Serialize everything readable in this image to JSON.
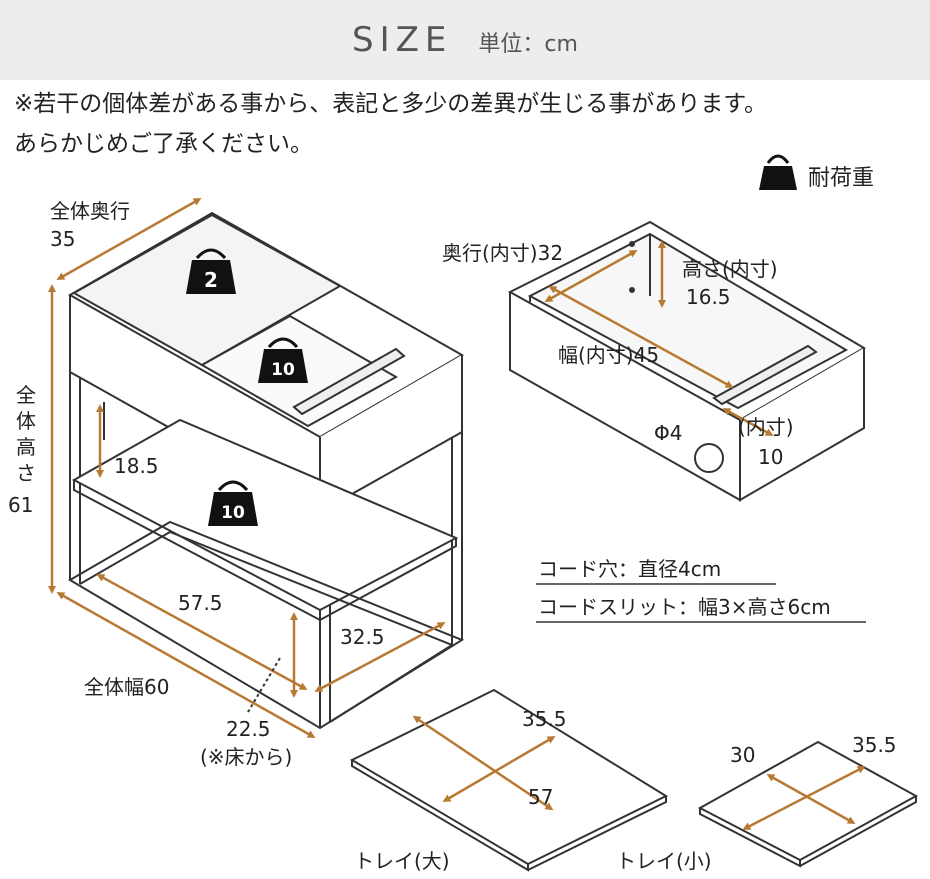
{
  "header": {
    "title": "SIZE",
    "unit": "単位：cm"
  },
  "notes": [
    "※若干の個体差がある事から、表記と多少の差異が生じる事があります。",
    "あらかじめご了承ください。"
  ],
  "legend": {
    "weight_label": "耐荷重"
  },
  "table": {
    "depth_label": "全体奥行",
    "depth_value": "35",
    "height_label_chars": [
      "全",
      "体",
      "高",
      "さ"
    ],
    "height_value": "61",
    "width_label": "全体幅60",
    "shelf_gap": "18.5",
    "inner_width": "57.5",
    "inner_depth": "32.5",
    "floor_height": "22.5",
    "floor_note": "(※床から)",
    "load_top": "2",
    "load_drawer": "10",
    "load_shelf": "10"
  },
  "drawer": {
    "depth": "奥行(内寸)32",
    "height_label": "高さ(内寸)",
    "height_value": "16.5",
    "width": "幅(内寸)45",
    "hole": "Φ4",
    "slot_label": "(内寸)",
    "slot_value": "10"
  },
  "cord_info": {
    "hole": "コード穴：直径4cm",
    "slit": "コードスリット：幅3×高さ6cm"
  },
  "tray_large": {
    "width": "35.5",
    "length": "57",
    "label": "トレイ(大)"
  },
  "tray_small": {
    "width": "30",
    "length": "35.5",
    "label": "トレイ(小)"
  },
  "colors": {
    "accent": "#b87a33",
    "line": "#333333",
    "header_bg": "#ededed"
  }
}
